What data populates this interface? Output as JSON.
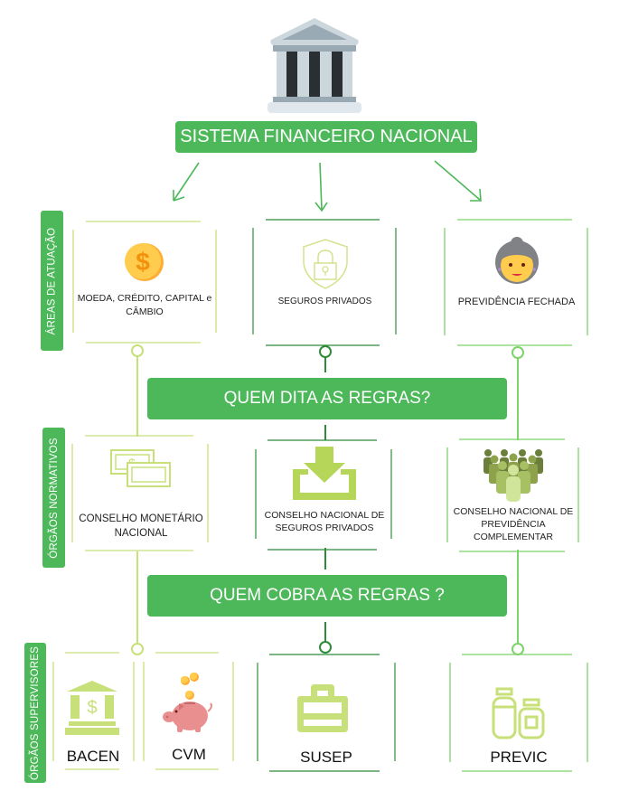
{
  "title": "SISTEMA FINANCEIRO NACIONAL",
  "colors": {
    "banner": "#4cb85a",
    "lime": "#c8e07a",
    "dark_green": "#2e8b3a",
    "medium_green": "#7ed36b"
  },
  "side_labels": {
    "areas": "ÁREAS DE ATUAÇÃO",
    "normativos": "ÓRGÃOS NORMATIVOS",
    "supervisores": "ÓRGÃOS SUPERVISORES"
  },
  "banners": {
    "dita": "QUEM DITA AS REGRAS?",
    "cobra": "QUEM COBRA AS REGRAS ?"
  },
  "areas": [
    {
      "label": "MOEDA, CRÉDITO, CAPITAL e CÂMBIO",
      "icon": "coin-icon"
    },
    {
      "label": "SEGUROS PRIVADOS",
      "icon": "shield-lock-icon"
    },
    {
      "label": "PREVIDÊNCIA FECHADA",
      "icon": "elderly-woman-icon"
    }
  ],
  "normativos": [
    {
      "label": "CONSELHO MONETÁRIO NACIONAL",
      "icon": "banknotes-icon"
    },
    {
      "label": "CONSELHO NACIONAL DE SEGUROS PRIVADOS",
      "icon": "download-tray-icon"
    },
    {
      "label": "CONSELHO NACIONAL DE PREVIDÊNCIA COMPLEMENTAR",
      "icon": "people-group-icon"
    }
  ],
  "supervisores": [
    {
      "label": "BACEN",
      "icon": "bank-icon"
    },
    {
      "label": "CVM",
      "icon": "piggy-bank-icon"
    },
    {
      "label": "SUSEP",
      "icon": "briefcase-icon"
    },
    {
      "label": "PREVIC",
      "icon": "jars-icon"
    }
  ]
}
